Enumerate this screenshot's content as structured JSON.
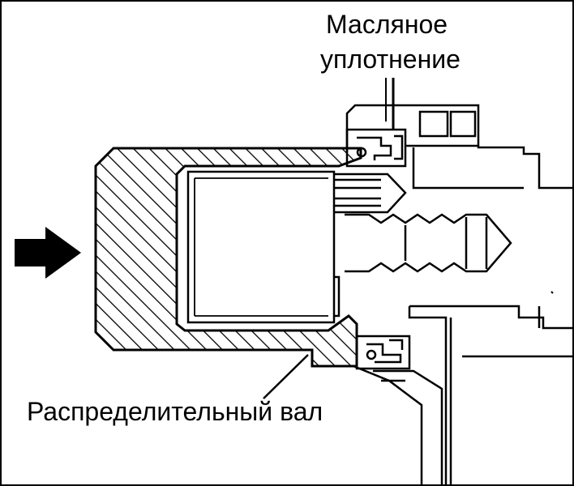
{
  "labels": {
    "oil_seal_line1": "Масляное",
    "oil_seal_line2": "уплотнение",
    "camshaft": "Распределительный вал"
  },
  "colors": {
    "ink": "#000000",
    "paper": "#ffffff"
  },
  "icons": {
    "direction": "arrow-right-icon"
  }
}
